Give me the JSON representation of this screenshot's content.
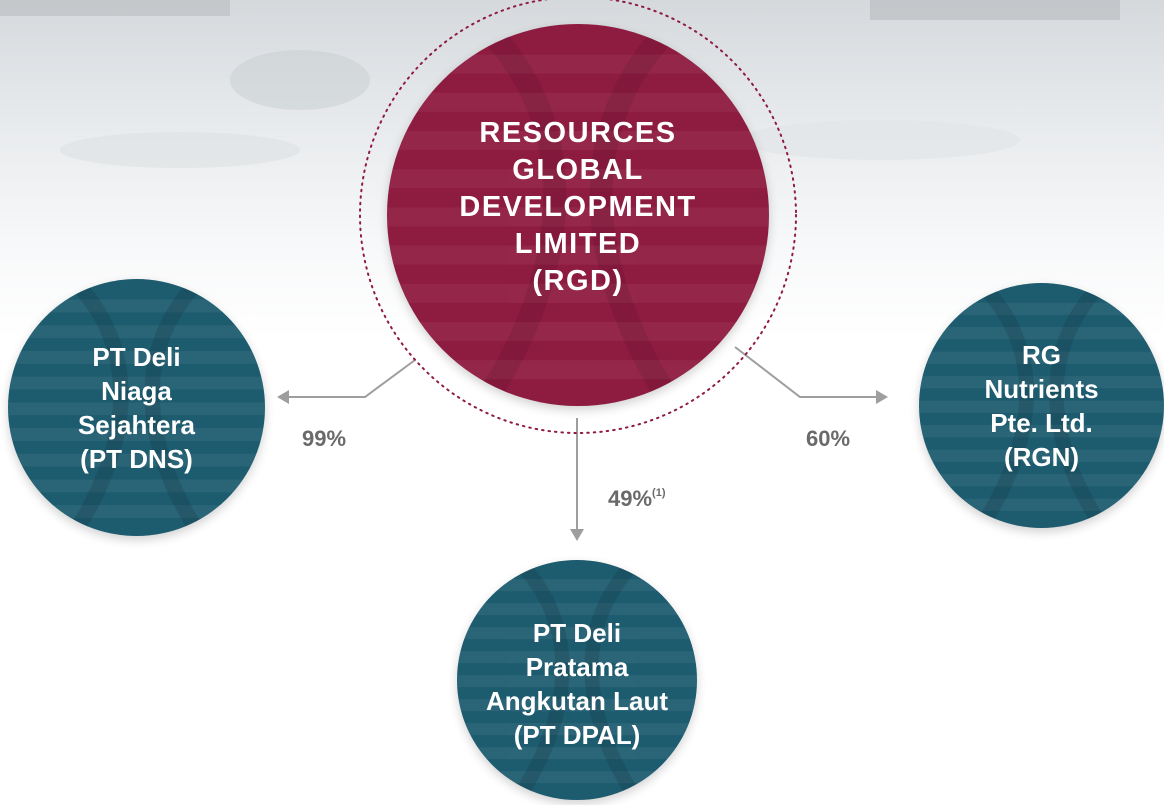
{
  "colors": {
    "parent_fill": "#8e1b40",
    "subsidiary_fill": "#1d5b6f",
    "connector": "#9e9e9e",
    "percentage_text": "#6a6a6a"
  },
  "parent": {
    "lines": [
      "RESOURCES",
      "GLOBAL",
      "DEVELOPMENT",
      "LIMITED",
      "(RGD)"
    ]
  },
  "subsidiaries": {
    "dns": {
      "lines": [
        "PT Deli",
        "Niaga",
        "Sejahtera",
        "(PT DNS)"
      ],
      "ownership": "99%"
    },
    "rgn": {
      "lines": [
        "RG",
        "Nutrients",
        "Pte. Ltd.",
        "(RGN)"
      ],
      "ownership": "60%"
    },
    "dpal": {
      "lines": [
        "PT Deli",
        "Pratama",
        "Angkutan Laut",
        "(PT DPAL)"
      ],
      "ownership": "49%",
      "footnote": "(1)"
    }
  }
}
